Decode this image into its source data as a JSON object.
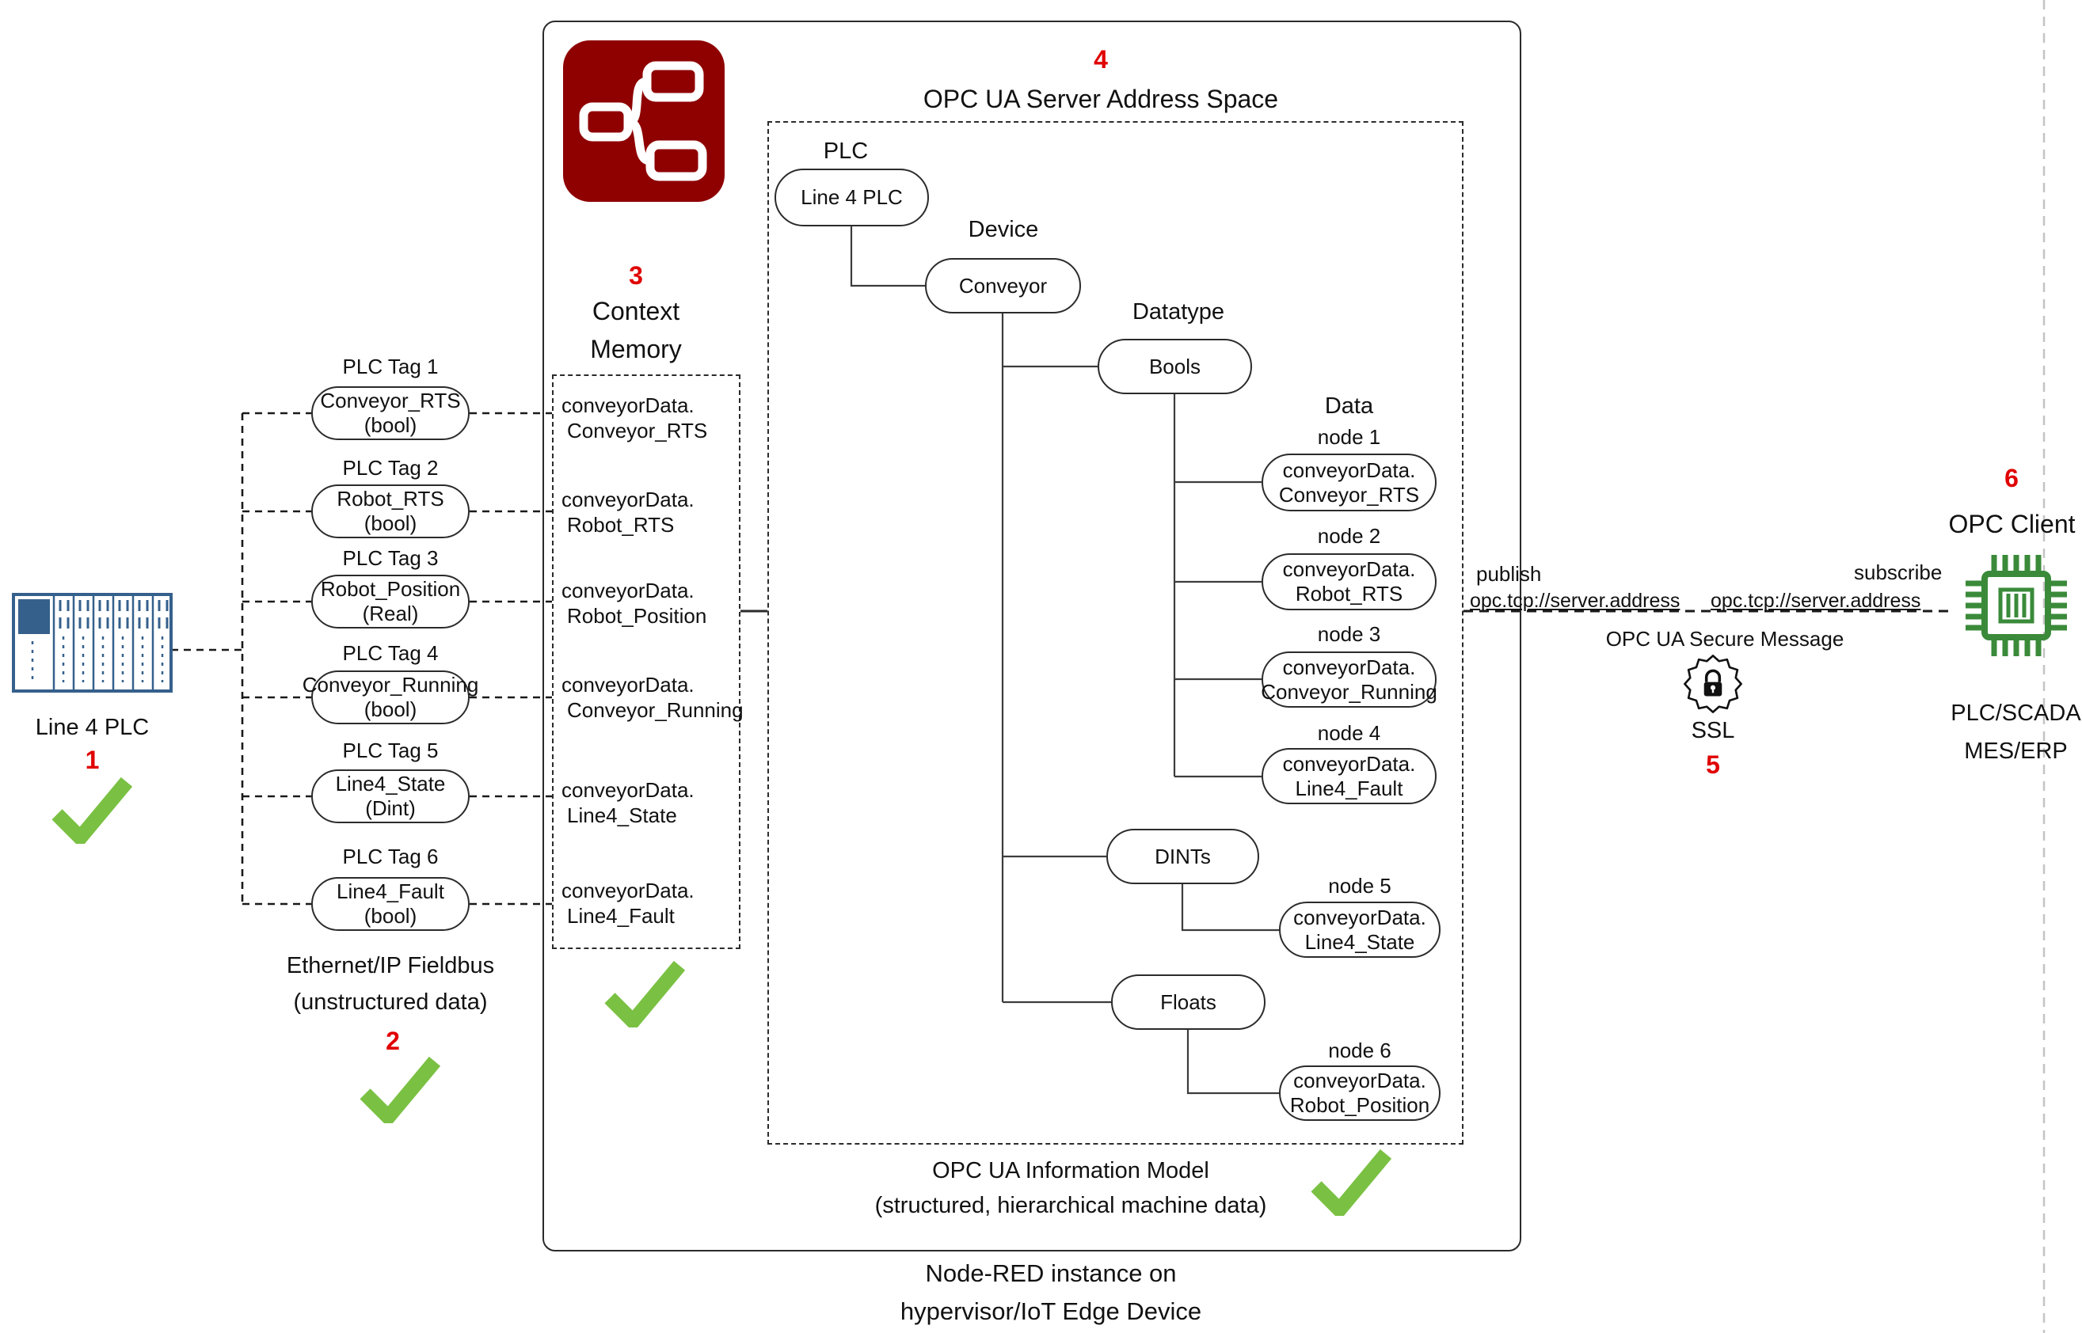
{
  "colors": {
    "red": "#e00000",
    "green": "#7ac143",
    "node_red": "#8f0101",
    "plc_blue": "#35608c",
    "chip_green": "#3a8a3a"
  },
  "icons": {
    "plc-rack-icon": "plc rack",
    "node-red-icon": "node-red logo",
    "checkmark-icon": "✓",
    "ssl-badge-icon": "seal with padlock",
    "chip-icon": "processor chip"
  },
  "plc": {
    "step": "1",
    "label": "Line 4 PLC"
  },
  "tags": [
    {
      "tag": "PLC Tag 1",
      "name": "Conveyor_RTS",
      "type": "(bool)"
    },
    {
      "tag": "PLC Tag 2",
      "name": "Robot_RTS",
      "type": "(bool)"
    },
    {
      "tag": "PLC Tag 3",
      "name": "Robot_Position",
      "type": "(Real)"
    },
    {
      "tag": "PLC Tag 4",
      "name": "Conveyor_Running",
      "type": "(bool)"
    },
    {
      "tag": "PLC Tag 5",
      "name": "Line4_State",
      "type": "(Dint)"
    },
    {
      "tag": "PLC Tag 6",
      "name": "Line4_Fault",
      "type": "(bool)"
    }
  ],
  "fieldbus": {
    "step": "2",
    "line1": "Ethernet/IP Fieldbus",
    "line2": "(unstructured data)"
  },
  "context_memory": {
    "step": "3",
    "title_line1": "Context",
    "title_line2": "Memory",
    "items": [
      {
        "prefix": "conveyorData.",
        "name": "Conveyor_RTS"
      },
      {
        "prefix": "conveyorData.",
        "name": "Robot_RTS"
      },
      {
        "prefix": "conveyorData.",
        "name": "Robot_Position"
      },
      {
        "prefix": "conveyorData.",
        "name": "Conveyor_Running"
      },
      {
        "prefix": "conveyorData.",
        "name": "Line4_State"
      },
      {
        "prefix": "conveyorData.",
        "name": "Line4_Fault"
      }
    ]
  },
  "address_space": {
    "step": "4",
    "title": "OPC UA Server Address Space",
    "level_plc": "PLC",
    "level_device": "Device",
    "level_datatype": "Datatype",
    "level_data": "Data",
    "plc_node": "Line 4 PLC",
    "device_node": "Conveyor",
    "datatype_bools": "Bools",
    "datatype_dints": "DINTs",
    "datatype_floats": "Floats",
    "nodes": [
      {
        "label": "node 1",
        "prefix": "conveyorData.",
        "name": "Conveyor_RTS"
      },
      {
        "label": "node 2",
        "prefix": "conveyorData.",
        "name": "Robot_RTS"
      },
      {
        "label": "node 3",
        "prefix": "conveyorData.",
        "name": "Conveyor_Running"
      },
      {
        "label": "node 4",
        "prefix": "conveyorData.",
        "name": "Line4_Fault"
      },
      {
        "label": "node 5",
        "prefix": "conveyorData.",
        "name": "Line4_State"
      },
      {
        "label": "node 6",
        "prefix": "conveyorData.",
        "name": "Robot_Position"
      }
    ],
    "caption_line1": "OPC UA Information Model",
    "caption_line2": "(structured, hierarchical machine data)"
  },
  "node_red": {
    "caption_line1": "Node-RED instance on",
    "caption_line2": "hypervisor/IoT Edge Device"
  },
  "connection": {
    "publish_label": "publish",
    "publish_address": "opc.tcp://server.address",
    "subscribe_label": "subscribe",
    "subscribe_address": "opc.tcp://server.address",
    "secure_message": "OPC UA Secure Message",
    "ssl_label": "SSL",
    "step": "5"
  },
  "client": {
    "step": "6",
    "title": "OPC Client",
    "line1": "PLC/SCADA",
    "line2": "MES/ERP"
  }
}
